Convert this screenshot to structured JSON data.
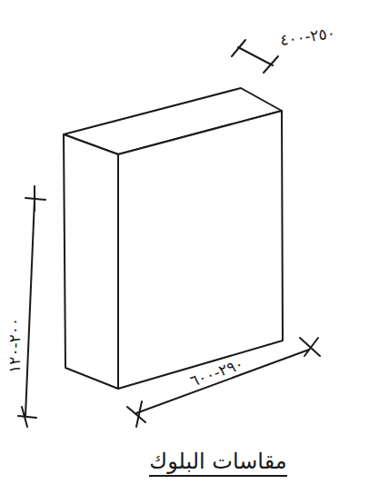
{
  "diagram": {
    "caption": "مقاسات البلوك",
    "labels": [
      "٢٥٠-٤٠٠",
      "٢٠٠-١٢٠",
      "٢٩٠-٦٠٠"
    ]
  }
}
